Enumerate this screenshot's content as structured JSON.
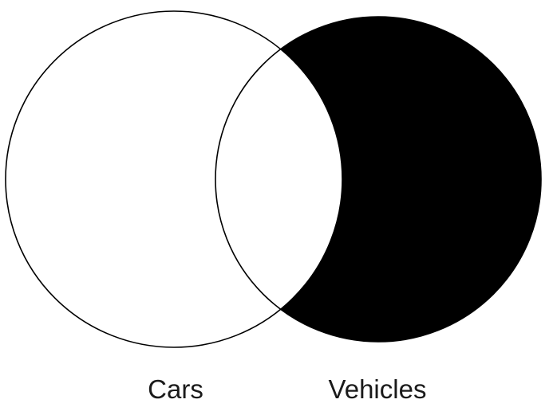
{
  "diagram": {
    "type": "venn",
    "sets": [
      {
        "id": "cars",
        "label": "Cars",
        "shaded": false
      },
      {
        "id": "vehicles",
        "label": "Vehicles",
        "shaded": true
      }
    ],
    "shaded_region": "vehicles-only",
    "colors": {
      "background": "#ffffff",
      "fill": "#000000",
      "stroke": "#000000",
      "label": "#1a1a1a"
    }
  }
}
